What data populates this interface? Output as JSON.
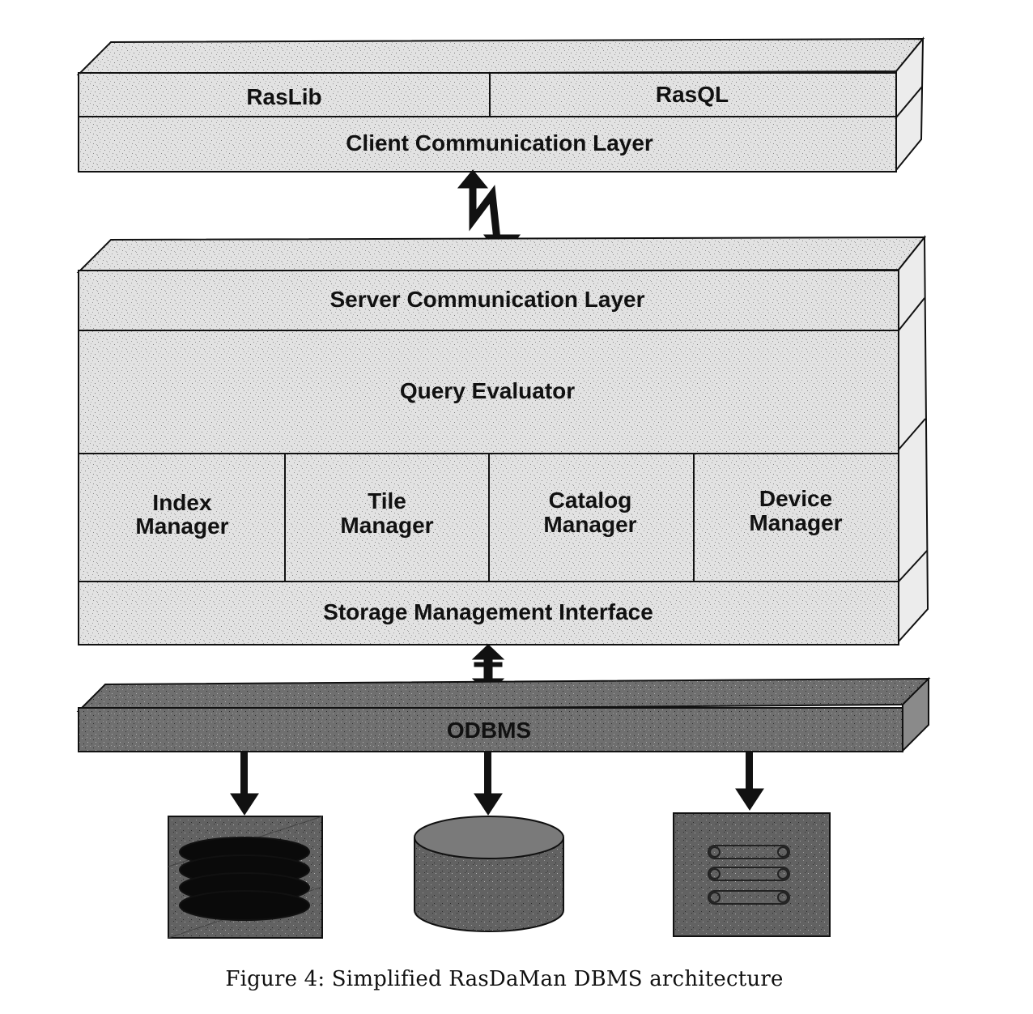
{
  "client_block": {
    "raslib": "RasLib",
    "rasql": "RasQL",
    "comm_layer": "Client Communication Layer"
  },
  "server_block": {
    "comm_layer": "Server Communication Layer",
    "query_evaluator": "Query Evaluator",
    "managers": [
      {
        "line1": "Index",
        "line2": "Manager"
      },
      {
        "line1": "Tile",
        "line2": "Manager"
      },
      {
        "line1": "Catalog",
        "line2": "Manager"
      },
      {
        "line1": "Device",
        "line2": "Manager"
      }
    ],
    "storage_interface": "Storage Management Interface"
  },
  "odbms": {
    "label": "ODBMS"
  },
  "storage_devices": [
    "disk-stack-icon",
    "database-cylinder-icon",
    "tape-library-icon"
  ],
  "colors": {
    "light_block": "#d9d9d9",
    "dark_block": "#6e6e6e",
    "device_fill": "#5c5c5c",
    "stroke": "#111111"
  },
  "caption": "Figure 4: Simplified RasDaMan DBMS architecture"
}
